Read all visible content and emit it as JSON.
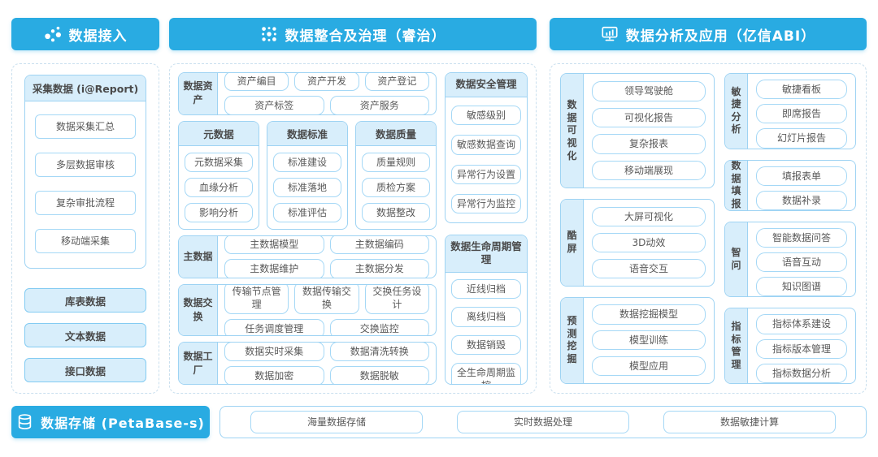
{
  "colors": {
    "header_blue": "#29abe2",
    "light_blue_fill": "#d8eefb",
    "border_blue": "#9ed3f3",
    "chip_border": "#a5d8f6",
    "text": "#595959"
  },
  "headers": {
    "access": "数据接入",
    "governance": "数据整合及治理（睿治）",
    "analysis": "数据分析及应用（亿信ABI）",
    "storage": "数据存储 (PetaBase-s)"
  },
  "access_panel": {
    "collect": {
      "title": "采集数据 (i@Report)",
      "items": [
        "数据采集汇总",
        "多层数据审核",
        "复杂审批流程",
        "移动端采集"
      ]
    },
    "sources": [
      "库表数据",
      "文本数据",
      "接口数据"
    ]
  },
  "governance_panel": {
    "asset": {
      "label": "数据资产",
      "rows": [
        [
          "资产编目",
          "资产开发",
          "资产登记"
        ],
        [
          "资产标签",
          "资产服务"
        ]
      ]
    },
    "meta": {
      "title": "元数据",
      "items": [
        "元数据采集",
        "血缘分析",
        "影响分析"
      ]
    },
    "standard": {
      "title": "数据标准",
      "items": [
        "标准建设",
        "标准落地",
        "标准评估"
      ]
    },
    "quality": {
      "title": "数据质量",
      "items": [
        "质量规则",
        "质检方案",
        "数据整改"
      ]
    },
    "master": {
      "label": "主数据",
      "rows": [
        [
          "主数据模型",
          "主数据编码"
        ],
        [
          "主数据维护",
          "主数据分发"
        ]
      ]
    },
    "exchange": {
      "label": "数据交换",
      "rows": [
        [
          "传输节点管理",
          "数据传输交换",
          "交换任务设计"
        ],
        [
          "任务调度管理",
          "交换监控"
        ]
      ]
    },
    "factory": {
      "label": "数据工厂",
      "rows": [
        [
          "数据实时采集",
          "数据清洗转换"
        ],
        [
          "数据加密",
          "数据脱敏"
        ]
      ]
    },
    "security": {
      "title": "数据安全管理",
      "items": [
        "敏感级别",
        "敏感数据查询",
        "异常行为设置",
        "异常行为监控"
      ]
    },
    "lifecycle": {
      "title": "数据生命周期管理",
      "items": [
        "近线归档",
        "离线归档",
        "数据销毁",
        "全生命周期监控"
      ]
    }
  },
  "analysis_panel": {
    "visual": {
      "label": "数据可视化",
      "items": [
        "领导驾驶舱",
        "可视化报告",
        "复杂报表",
        "移动端展现"
      ]
    },
    "coolscreen": {
      "label": "酷屏",
      "items": [
        "大屏可视化",
        "3D动效",
        "语音交互"
      ]
    },
    "mining": {
      "label": "预测挖掘",
      "items": [
        "数据挖掘模型",
        "模型训练",
        "模型应用"
      ]
    },
    "agile": {
      "label": "敏捷分析",
      "items": [
        "敏捷看板",
        "即席报告",
        "幻灯片报告"
      ]
    },
    "fill": {
      "label": "数据填报",
      "items": [
        "填报表单",
        "数据补录"
      ]
    },
    "zhiwen": {
      "label": "智问",
      "items": [
        "智能数据问答",
        "语音互动",
        "知识图谱"
      ]
    },
    "indicator": {
      "label": "指标管理",
      "items": [
        "指标体系建设",
        "指标版本管理",
        "指标数据分析"
      ]
    }
  },
  "storage_panel": {
    "items": [
      "海量数据存储",
      "实时数据处理",
      "数据敏捷计算"
    ]
  }
}
